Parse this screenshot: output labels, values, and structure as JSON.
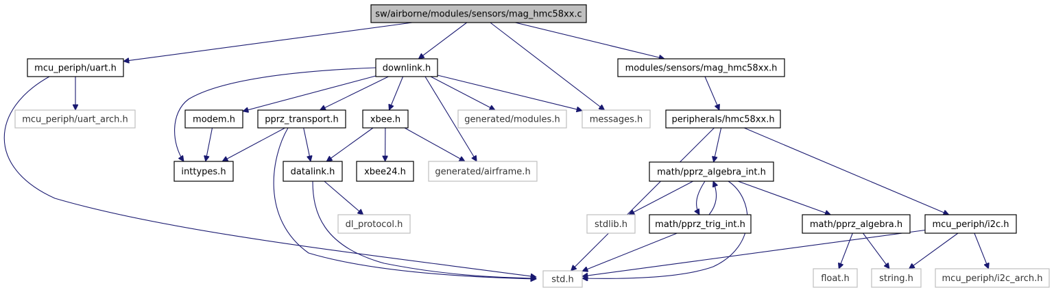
{
  "graph": {
    "colors": {
      "edge": "#191970",
      "root_fill": "#bfbfbf",
      "node_border": "#000000",
      "external_border": "#bfbfbf"
    },
    "nodes": [
      {
        "id": "root",
        "label": "sw/airborne/modules/sensors/mag_hmc58xx.c",
        "kind": "root"
      },
      {
        "id": "uart",
        "label": "mcu_periph/uart.h",
        "kind": "internal"
      },
      {
        "id": "downlink",
        "label": "downlink.h",
        "kind": "internal"
      },
      {
        "id": "magh",
        "label": "modules/sensors/mag_hmc58xx.h",
        "kind": "internal"
      },
      {
        "id": "uart_arch",
        "label": "mcu_periph/uart_arch.h",
        "kind": "external"
      },
      {
        "id": "modem",
        "label": "modem.h",
        "kind": "internal"
      },
      {
        "id": "pprz_transport",
        "label": "pprz_transport.h",
        "kind": "internal"
      },
      {
        "id": "xbee",
        "label": "xbee.h",
        "kind": "internal"
      },
      {
        "id": "gen_modules",
        "label": "generated/modules.h",
        "kind": "external"
      },
      {
        "id": "messages",
        "label": "messages.h",
        "kind": "external"
      },
      {
        "id": "hmc58xx",
        "label": "peripherals/hmc58xx.h",
        "kind": "internal"
      },
      {
        "id": "inttypes",
        "label": "inttypes.h",
        "kind": "internal"
      },
      {
        "id": "datalink",
        "label": "datalink.h",
        "kind": "internal"
      },
      {
        "id": "xbee24",
        "label": "xbee24.h",
        "kind": "internal"
      },
      {
        "id": "gen_airframe",
        "label": "generated/airframe.h",
        "kind": "external"
      },
      {
        "id": "alg_int",
        "label": "math/pprz_algebra_int.h",
        "kind": "internal"
      },
      {
        "id": "dl_protocol",
        "label": "dl_protocol.h",
        "kind": "external"
      },
      {
        "id": "stdlib",
        "label": "stdlib.h",
        "kind": "external"
      },
      {
        "id": "trig_int",
        "label": "math/pprz_trig_int.h",
        "kind": "internal"
      },
      {
        "id": "algebra",
        "label": "math/pprz_algebra.h",
        "kind": "internal"
      },
      {
        "id": "i2c",
        "label": "mcu_periph/i2c.h",
        "kind": "internal"
      },
      {
        "id": "std",
        "label": "std.h",
        "kind": "external"
      },
      {
        "id": "float",
        "label": "float.h",
        "kind": "external"
      },
      {
        "id": "string",
        "label": "string.h",
        "kind": "external"
      },
      {
        "id": "i2c_arch",
        "label": "mcu_periph/i2c_arch.h",
        "kind": "external"
      }
    ],
    "edges": [
      [
        "root",
        "uart"
      ],
      [
        "root",
        "downlink"
      ],
      [
        "root",
        "messages"
      ],
      [
        "root",
        "magh"
      ],
      [
        "uart",
        "uart_arch"
      ],
      [
        "uart",
        "std"
      ],
      [
        "downlink",
        "inttypes"
      ],
      [
        "downlink",
        "modem"
      ],
      [
        "downlink",
        "pprz_transport"
      ],
      [
        "downlink",
        "xbee"
      ],
      [
        "downlink",
        "gen_airframe"
      ],
      [
        "downlink",
        "gen_modules"
      ],
      [
        "downlink",
        "messages"
      ],
      [
        "modem",
        "inttypes"
      ],
      [
        "pprz_transport",
        "inttypes"
      ],
      [
        "pprz_transport",
        "datalink"
      ],
      [
        "pprz_transport",
        "std"
      ],
      [
        "xbee",
        "datalink"
      ],
      [
        "xbee",
        "xbee24"
      ],
      [
        "xbee",
        "gen_airframe"
      ],
      [
        "datalink",
        "dl_protocol"
      ],
      [
        "datalink",
        "std"
      ],
      [
        "magh",
        "hmc58xx"
      ],
      [
        "hmc58xx",
        "std"
      ],
      [
        "hmc58xx",
        "alg_int"
      ],
      [
        "hmc58xx",
        "i2c"
      ],
      [
        "alg_int",
        "stdlib"
      ],
      [
        "alg_int",
        "trig_int"
      ],
      [
        "alg_int",
        "std"
      ],
      [
        "alg_int",
        "algebra"
      ],
      [
        "trig_int",
        "alg_int"
      ],
      [
        "trig_int",
        "std"
      ],
      [
        "algebra",
        "float"
      ],
      [
        "algebra",
        "string"
      ],
      [
        "i2c",
        "std"
      ],
      [
        "i2c",
        "string"
      ],
      [
        "i2c",
        "i2c_arch"
      ]
    ]
  }
}
